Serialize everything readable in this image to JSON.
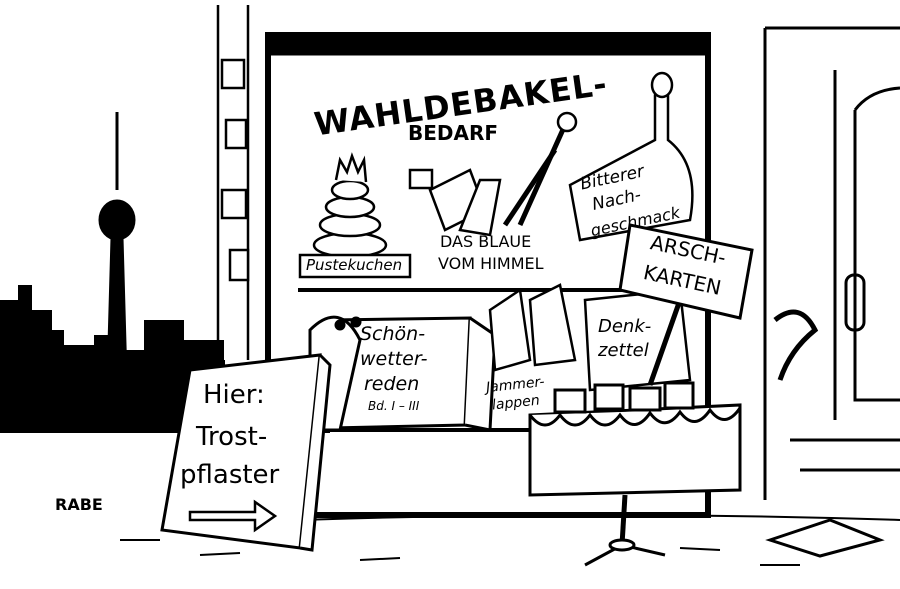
{
  "cartoon": {
    "shop_sign_line1": "WAHLDEBAKEL-",
    "shop_sign_line2": "BEDARF",
    "cake_label": "Pustekuchen",
    "box_label_line1": "DAS BLAUE",
    "box_label_line2": "VOM HIMMEL",
    "bottle_tag_line1": "Bitterer",
    "bottle_tag_line2": "Nach-",
    "bottle_tag_line3": "geschmack",
    "cards_sign_line1": "ARSCH-",
    "cards_sign_line2": "KARTEN",
    "book_title_line1": "Schön-",
    "book_title_line2": "wetter-",
    "book_title_line3": "reden",
    "book_volume": "Bd. I – III",
    "rags_label_line1": "Jammer-",
    "rags_label_line2": "lappen",
    "notes_label_line1": "Denk-",
    "notes_label_line2": "zettel",
    "street_sign_line1": "Hier:",
    "street_sign_line2": "Trost-",
    "street_sign_line3": "pflaster",
    "signature": "RABE"
  },
  "colors": {
    "ink": "#000000",
    "paper": "#ffffff"
  }
}
